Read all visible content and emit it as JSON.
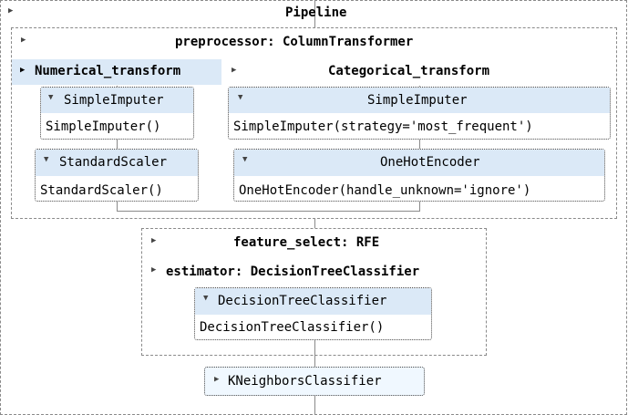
{
  "pipeline": {
    "title": "Pipeline",
    "preprocessor": {
      "label": "preprocessor: ColumnTransformer",
      "numerical": {
        "label": "Numerical_transform",
        "steps": [
          {
            "name": "SimpleImputer",
            "params": "SimpleImputer()"
          },
          {
            "name": "StandardScaler",
            "params": "StandardScaler()"
          }
        ]
      },
      "categorical": {
        "label": "Categorical_transform",
        "steps": [
          {
            "name": "SimpleImputer",
            "params": "SimpleImputer(strategy='most_frequent')"
          },
          {
            "name": "OneHotEncoder",
            "params": "OneHotEncoder(handle_unknown='ignore')"
          }
        ]
      }
    },
    "feature_select": {
      "label": "feature_select: RFE",
      "estimator_label": "estimator: DecisionTreeClassifier",
      "estimator": {
        "name": "DecisionTreeClassifier",
        "params": "DecisionTreeClassifier()"
      }
    },
    "final": {
      "name": "KNeighborsClassifier"
    }
  },
  "icons": {
    "collapsed": "triangle-right-icon",
    "expanded": "triangle-down-icon"
  }
}
